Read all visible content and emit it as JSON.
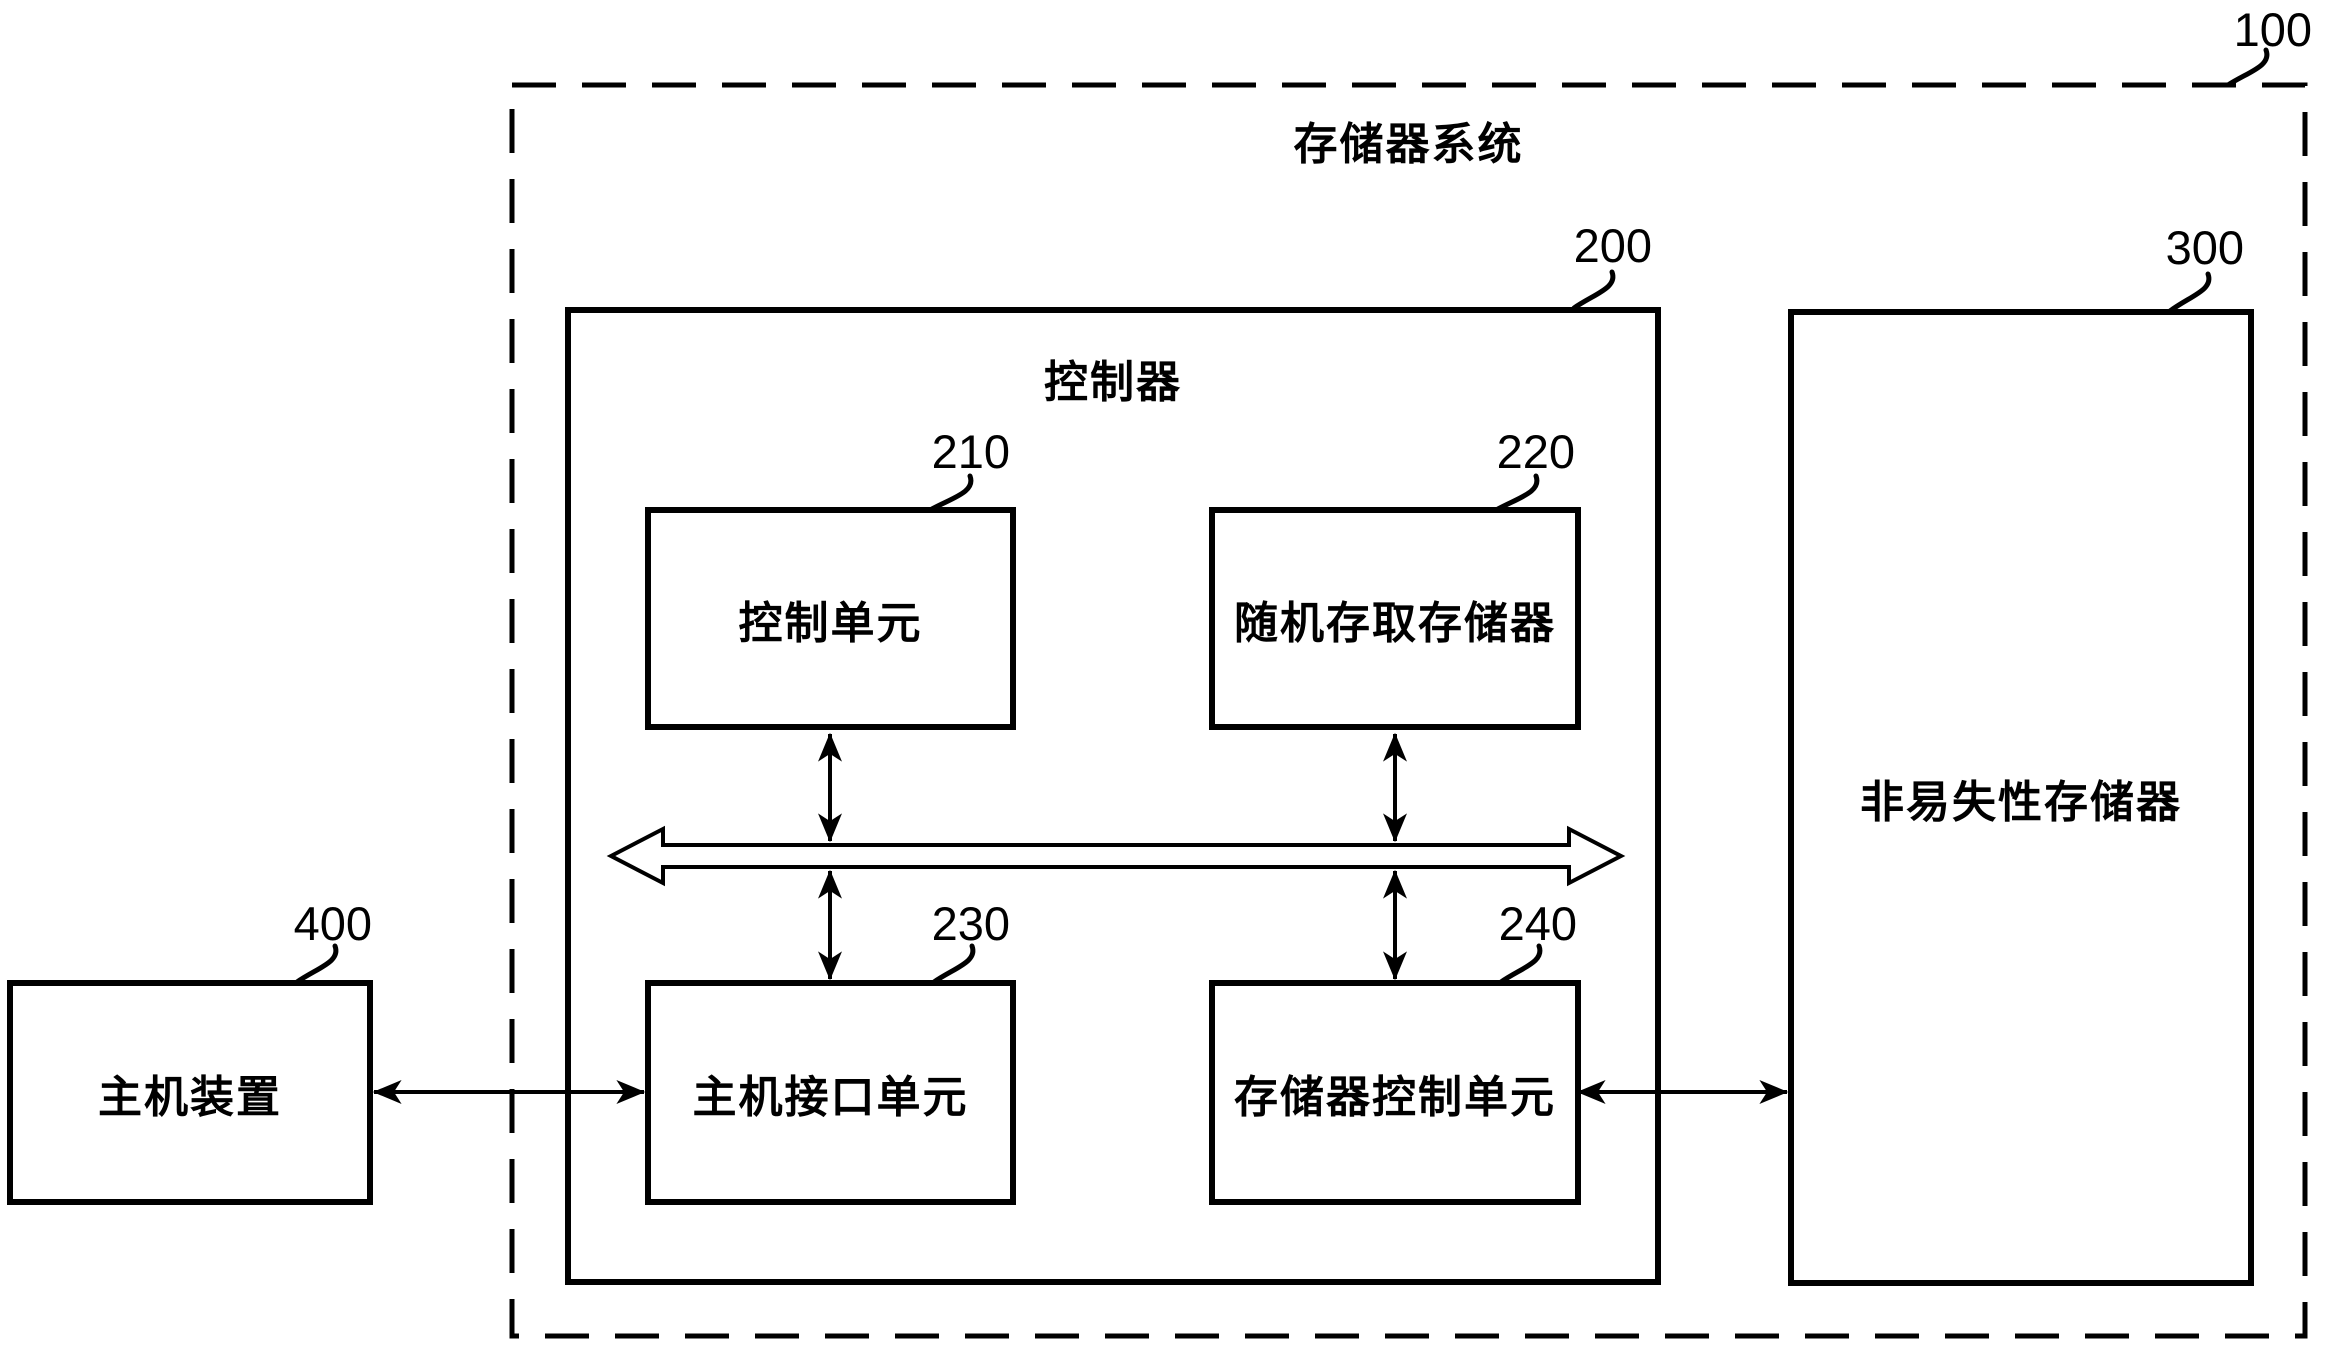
{
  "diagram": {
    "type": "block-diagram",
    "title": "存储器系统",
    "blocks": {
      "memory_system": {
        "label": "存储器系统",
        "ref": "100"
      },
      "controller": {
        "label": "控制器",
        "ref": "200"
      },
      "control_unit": {
        "label": "控制单元",
        "ref": "210"
      },
      "ram": {
        "label": "随机存取存储器",
        "ref": "220"
      },
      "host_interface_unit": {
        "label": "主机接口单元",
        "ref": "230"
      },
      "memory_control_unit": {
        "label": "存储器控制单元",
        "ref": "240"
      },
      "nonvolatile_memory": {
        "label": "非易失性存储器",
        "ref": "300"
      },
      "host_device": {
        "label": "主机装置",
        "ref": "400"
      }
    },
    "connections": {
      "bus": "internal-bus",
      "host_link": "host_device ↔ host_interface_unit",
      "nvm_link": "memory_control_unit ↔ nonvolatile_memory"
    },
    "colors": {
      "line": "#000000",
      "background": "#ffffff"
    }
  }
}
